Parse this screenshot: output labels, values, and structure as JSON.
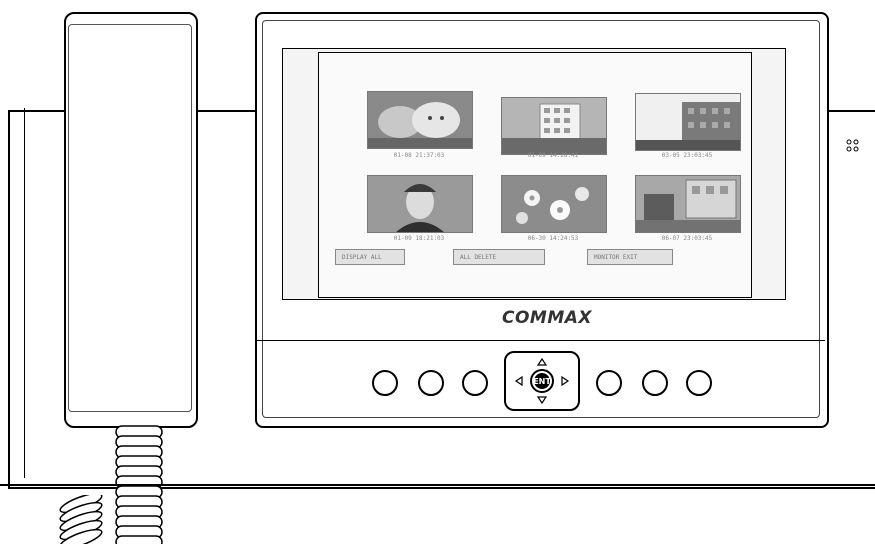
{
  "brand_label": "COMMAX",
  "dpad": {
    "center_label": "ENT"
  },
  "screen": {
    "thumbnails": [
      {
        "scene": "child-and-pet",
        "caption": "01-08 21:37:03"
      },
      {
        "scene": "apartment-building",
        "caption": "01-09 14:28:41"
      },
      {
        "scene": "building-with-sky",
        "caption": "03-05 23:03:45"
      },
      {
        "scene": "man-in-cap",
        "caption": "01-09 18:21:03"
      },
      {
        "scene": "flowers",
        "caption": "06-30 14:24:53"
      },
      {
        "scene": "street-corner",
        "caption": "06-07 23:03:45"
      }
    ],
    "menu": [
      "DISPLAY ALL",
      "ALL DELETE",
      "MONITOR EXIT"
    ]
  },
  "buttons": {
    "left": [
      "button-1",
      "button-2",
      "button-3"
    ],
    "right": [
      "button-4",
      "button-5",
      "button-6"
    ]
  },
  "icons": {
    "dpad_up": "triangle-up-icon",
    "dpad_down": "triangle-down-icon",
    "dpad_left": "triangle-left-icon",
    "dpad_right": "triangle-right-icon"
  }
}
